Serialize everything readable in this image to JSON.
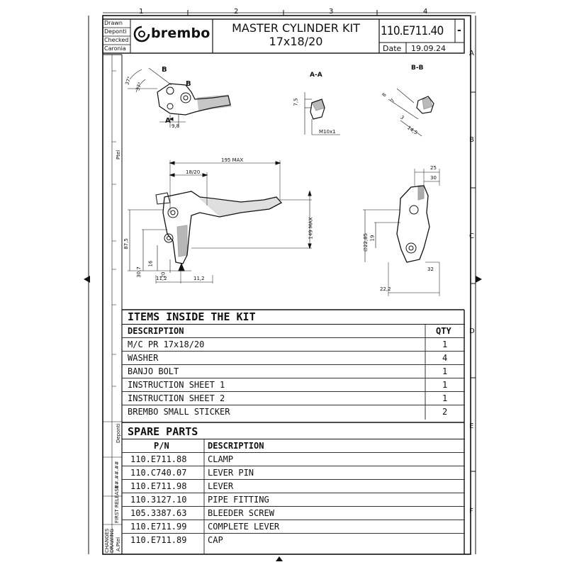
{
  "columns": [
    "1",
    "2",
    "3",
    "4"
  ],
  "rows": [
    "A",
    "B",
    "C",
    "D",
    "E",
    "F"
  ],
  "title_block": {
    "labels": [
      "Drawn",
      "Deponti",
      "Checked",
      "Caronia"
    ],
    "brand": "brembo",
    "title_line1": "MASTER CYLINDER KIT",
    "title_line2": "17x18/20",
    "part_number": "110.E711.40",
    "revision": "-",
    "date_label": "Date",
    "date_value": "19.09.24"
  },
  "side_strip": {
    "changes": "CHANGES",
    "drawing": "DRAWING",
    "first_release": "FIRST RELEASE",
    "hash": "##.##.##",
    "a_ptel": "A.Ptel",
    "deponti": "Deponti",
    "ptel": "Ptel"
  },
  "drawing": {
    "section_aa": "A-A",
    "section_bb": "B-B",
    "labels": {
      "a": "A",
      "b": "B",
      "ang1": "37°",
      "ang2": "37°",
      "d98": "9,8",
      "d75": "7,5",
      "m10": "M10x1",
      "d8": "8",
      "d7": "7",
      "d3": "3",
      "d145": "14,5",
      "d195": "195 MAX",
      "d1820": "18/20",
      "d149": "149 MAX",
      "d875": "87,5",
      "d307": "30,7",
      "d16": "16",
      "d20": "20",
      "d112a": "11,2",
      "d112b": "11,2",
      "d25": "25",
      "d30": "30",
      "d2285": "∅22,85",
      "d19": "19",
      "d32": "32",
      "d222": "22,2"
    }
  },
  "kit": {
    "title": "ITEMS INSIDE THE KIT",
    "col_desc": "DESCRIPTION",
    "col_qty": "QTY",
    "items": [
      {
        "desc": "M/C PR 17x18/20",
        "qty": "1"
      },
      {
        "desc": "WASHER",
        "qty": "4"
      },
      {
        "desc": "BANJO BOLT",
        "qty": "1"
      },
      {
        "desc": "INSTRUCTION SHEET 1",
        "qty": "1"
      },
      {
        "desc": "INSTRUCTION SHEET 2",
        "qty": "1"
      },
      {
        "desc": "BREMBO SMALL STICKER",
        "qty": "2"
      }
    ]
  },
  "spare": {
    "title": "SPARE PARTS",
    "col_pn": "P/N",
    "col_desc": "DESCRIPTION",
    "items": [
      {
        "pn": "110.E711.88",
        "desc": "CLAMP"
      },
      {
        "pn": "110.C740.07",
        "desc": "LEVER PIN"
      },
      {
        "pn": "110.E711.98",
        "desc": "LEVER"
      },
      {
        "pn": "110.3127.10",
        "desc": "PIPE FITTING"
      },
      {
        "pn": "105.3387.63",
        "desc": "BLEEDER SCREW"
      },
      {
        "pn": "110.E711.99",
        "desc": "COMPLETE LEVER"
      },
      {
        "pn": "110.E711.89",
        "desc": "CAP"
      }
    ]
  }
}
